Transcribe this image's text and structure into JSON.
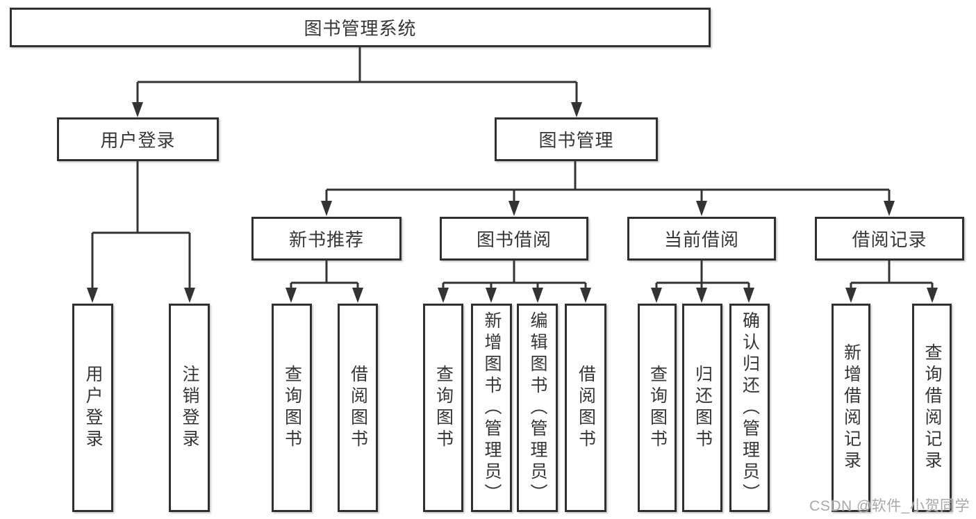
{
  "watermark": "CSDN @软件_小贺同学",
  "colors": {
    "line": "#333333",
    "box_border": "#303030",
    "box_background": "#ffffff",
    "text": "#363636",
    "watermark": "#a8a8a8"
  },
  "tree": {
    "label": "图书管理系统",
    "children": [
      {
        "label": "用户登录",
        "children": [
          {
            "label": "用户登录"
          },
          {
            "label": "注销登录"
          }
        ]
      },
      {
        "label": "图书管理",
        "children": [
          {
            "label": "新书推荐",
            "children": [
              {
                "label": "查询图书"
              },
              {
                "label": "借阅图书"
              }
            ]
          },
          {
            "label": "图书借阅",
            "children": [
              {
                "label": "查询图书"
              },
              {
                "label": "新增图书（管理员）"
              },
              {
                "label": "编辑图书（管理员）"
              },
              {
                "label": "借阅图书"
              }
            ]
          },
          {
            "label": "当前借阅",
            "children": [
              {
                "label": "查询图书"
              },
              {
                "label": "归还图书"
              },
              {
                "label": "确认归还（管理员）"
              }
            ]
          },
          {
            "label": "借阅记录",
            "children": [
              {
                "label": "新增借阅记录"
              },
              {
                "label": "查询借阅记录"
              }
            ]
          }
        ]
      }
    ]
  }
}
